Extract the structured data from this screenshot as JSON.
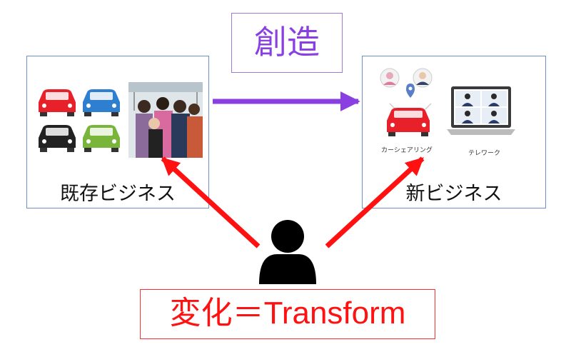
{
  "title": "創造",
  "existing": {
    "label": "既存ビジネス"
  },
  "new_business": {
    "label": "新ビジネス",
    "car_sharing_caption": "カーシェアリング",
    "telework_caption": "テレワーク"
  },
  "transform_label": "変化＝Transform",
  "colors": {
    "purple": "#8a3fe0",
    "red": "#ff1111",
    "box_border": "#6f8fc8",
    "car_red": "#e8202a",
    "car_blue": "#2f7fd0",
    "car_black": "#222222",
    "car_green": "#79b53a"
  }
}
